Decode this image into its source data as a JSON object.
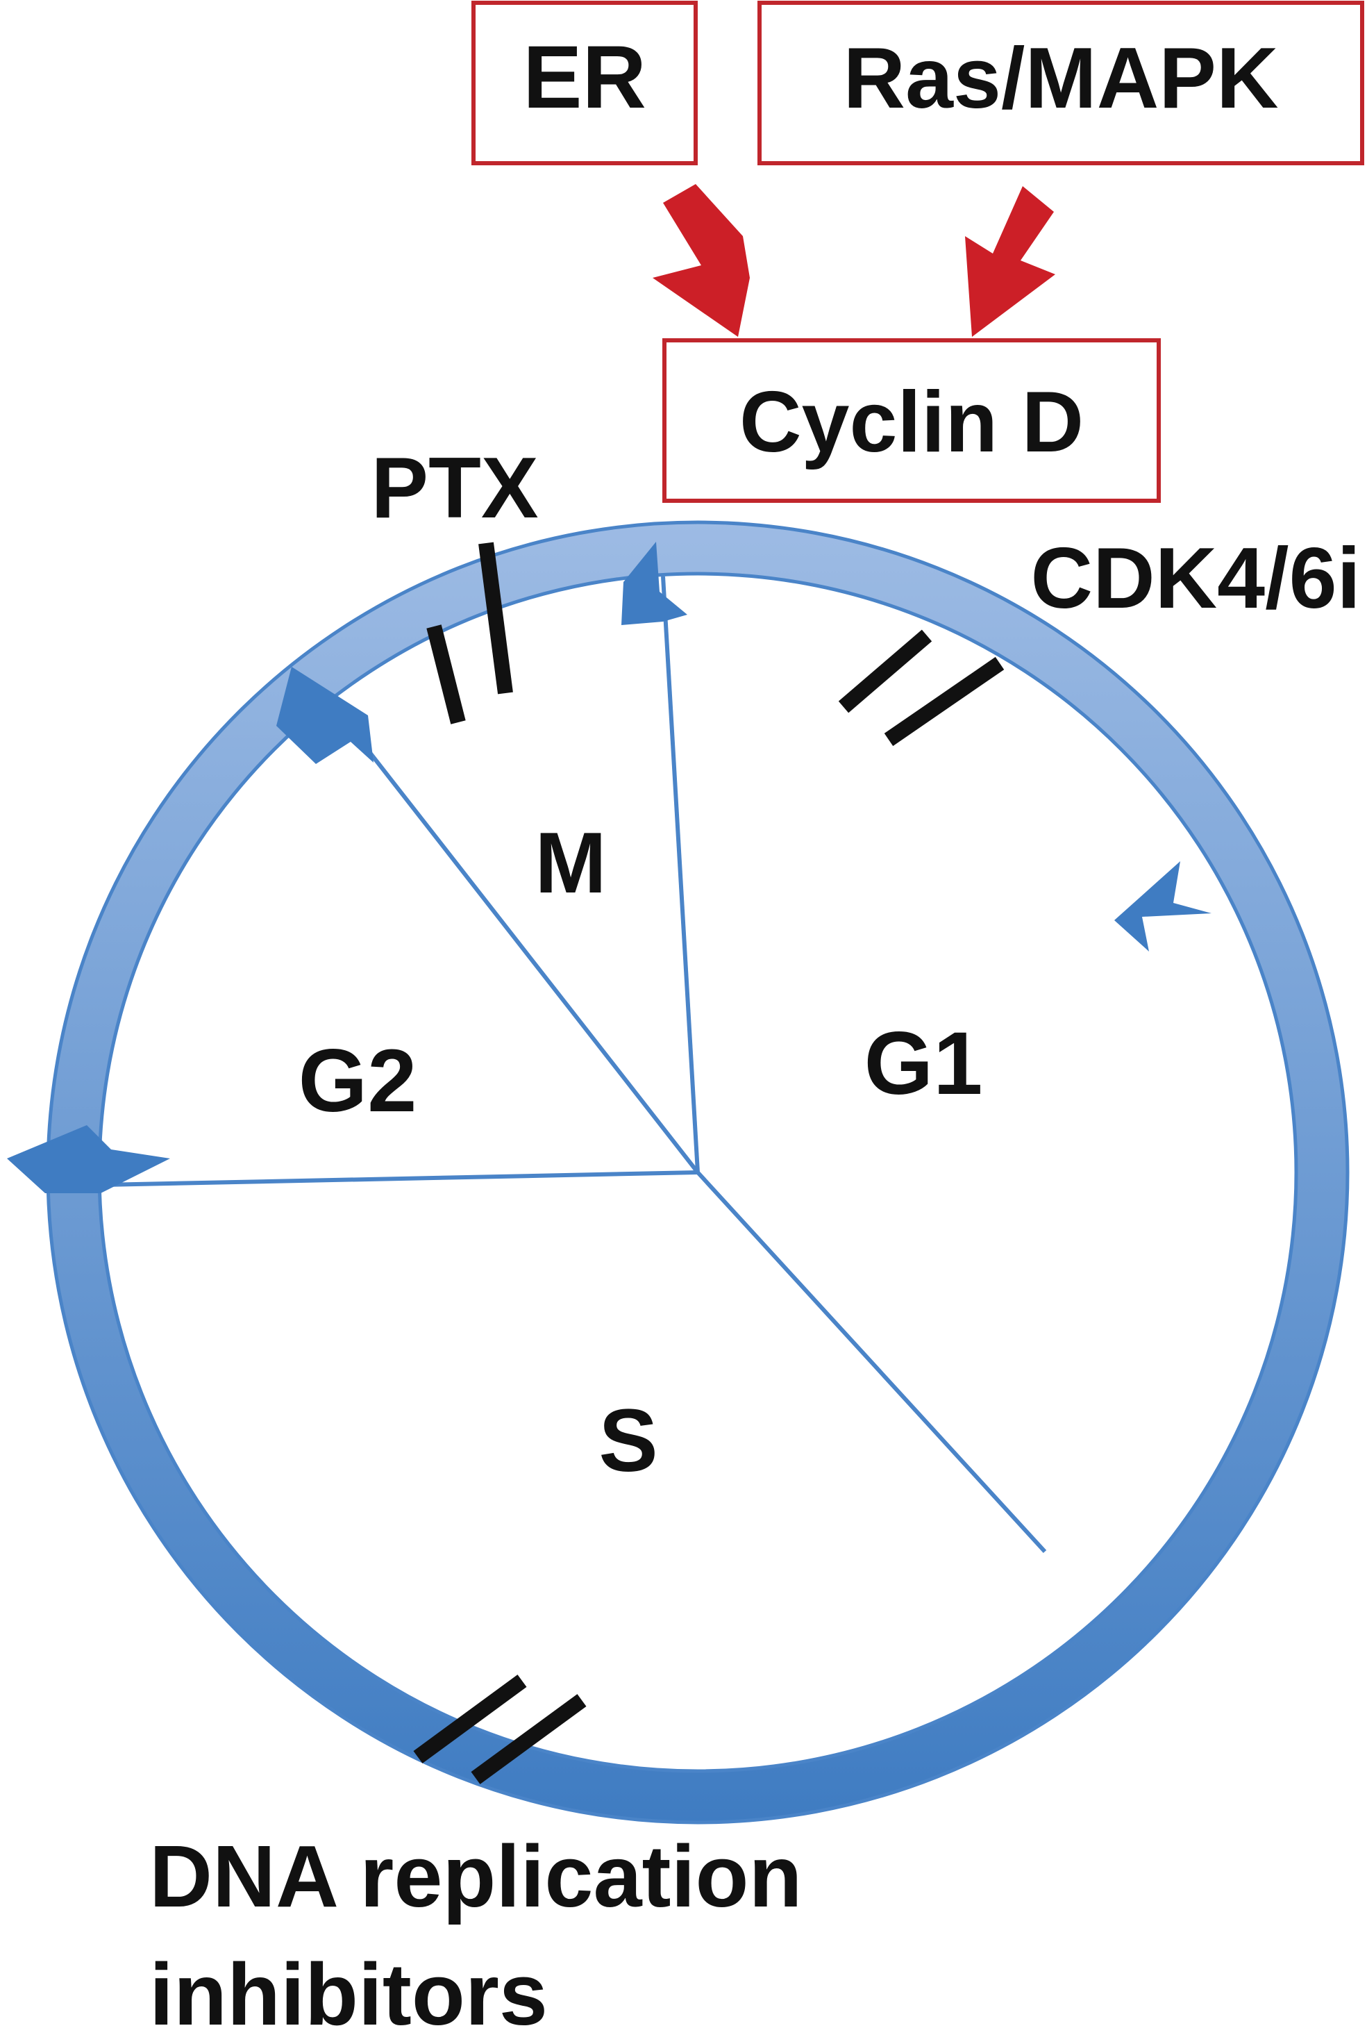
{
  "colors": {
    "box_border": "#c0262c",
    "red_arrow": "#cc1f27",
    "ring_light": "#9dbbe4",
    "ring_dark": "#3f7cc2",
    "divider": "#4a84c8",
    "inhibitor_bar": "#111111"
  },
  "boxes": {
    "er": "ER",
    "ras_mapk": "Ras/MAPK",
    "cyclin_d": "Cyclin D"
  },
  "phases": {
    "m": "M",
    "g1": "G1",
    "g2": "G2",
    "s": "S"
  },
  "inhibitors": {
    "ptx": "PTX",
    "cdk46i": "CDK4/6i",
    "dna_line1": "DNA replication",
    "dna_line2": "inhibitors"
  }
}
